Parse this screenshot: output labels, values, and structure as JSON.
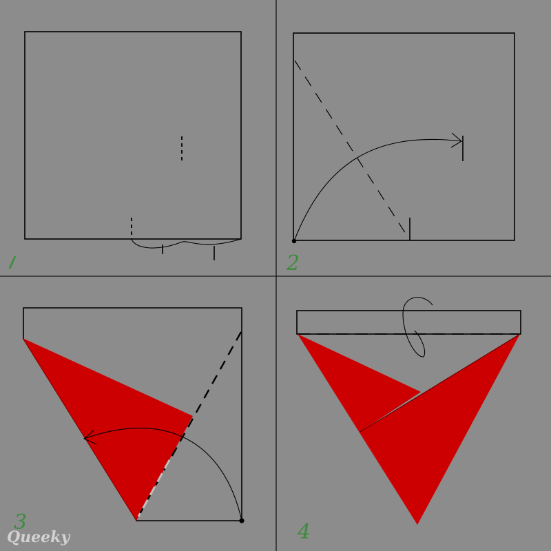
{
  "diagram": {
    "step_labels": [
      "1",
      "2",
      "3",
      "4"
    ],
    "watermark": "Queeky"
  },
  "colors": {
    "background": "#8c8c8c",
    "line": "#000000",
    "paper_fill": "#cc0000",
    "step_number": "#3c8c3c",
    "watermark": "#d2d2d2"
  }
}
